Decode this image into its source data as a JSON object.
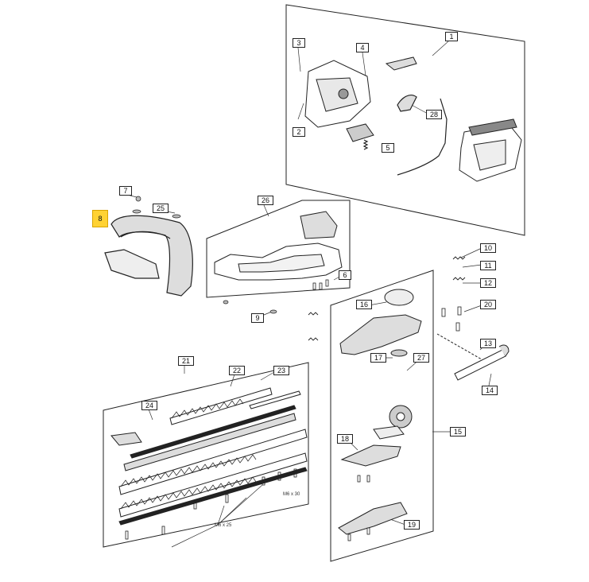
{
  "diagram": {
    "highlighted_part": "8",
    "callouts": [
      "1",
      "2",
      "3",
      "4",
      "5",
      "6",
      "7",
      "8",
      "9",
      "10",
      "11",
      "12",
      "13",
      "14",
      "15",
      "16",
      "17",
      "18",
      "19",
      "20",
      "21",
      "22",
      "23",
      "24",
      "25",
      "26",
      "27",
      "28"
    ],
    "dimension_labels": {
      "m6x25": "M6 x 25",
      "m6x30": "M6 x 30"
    },
    "colors": {
      "highlight": "#ffd233",
      "line": "#222222"
    }
  }
}
